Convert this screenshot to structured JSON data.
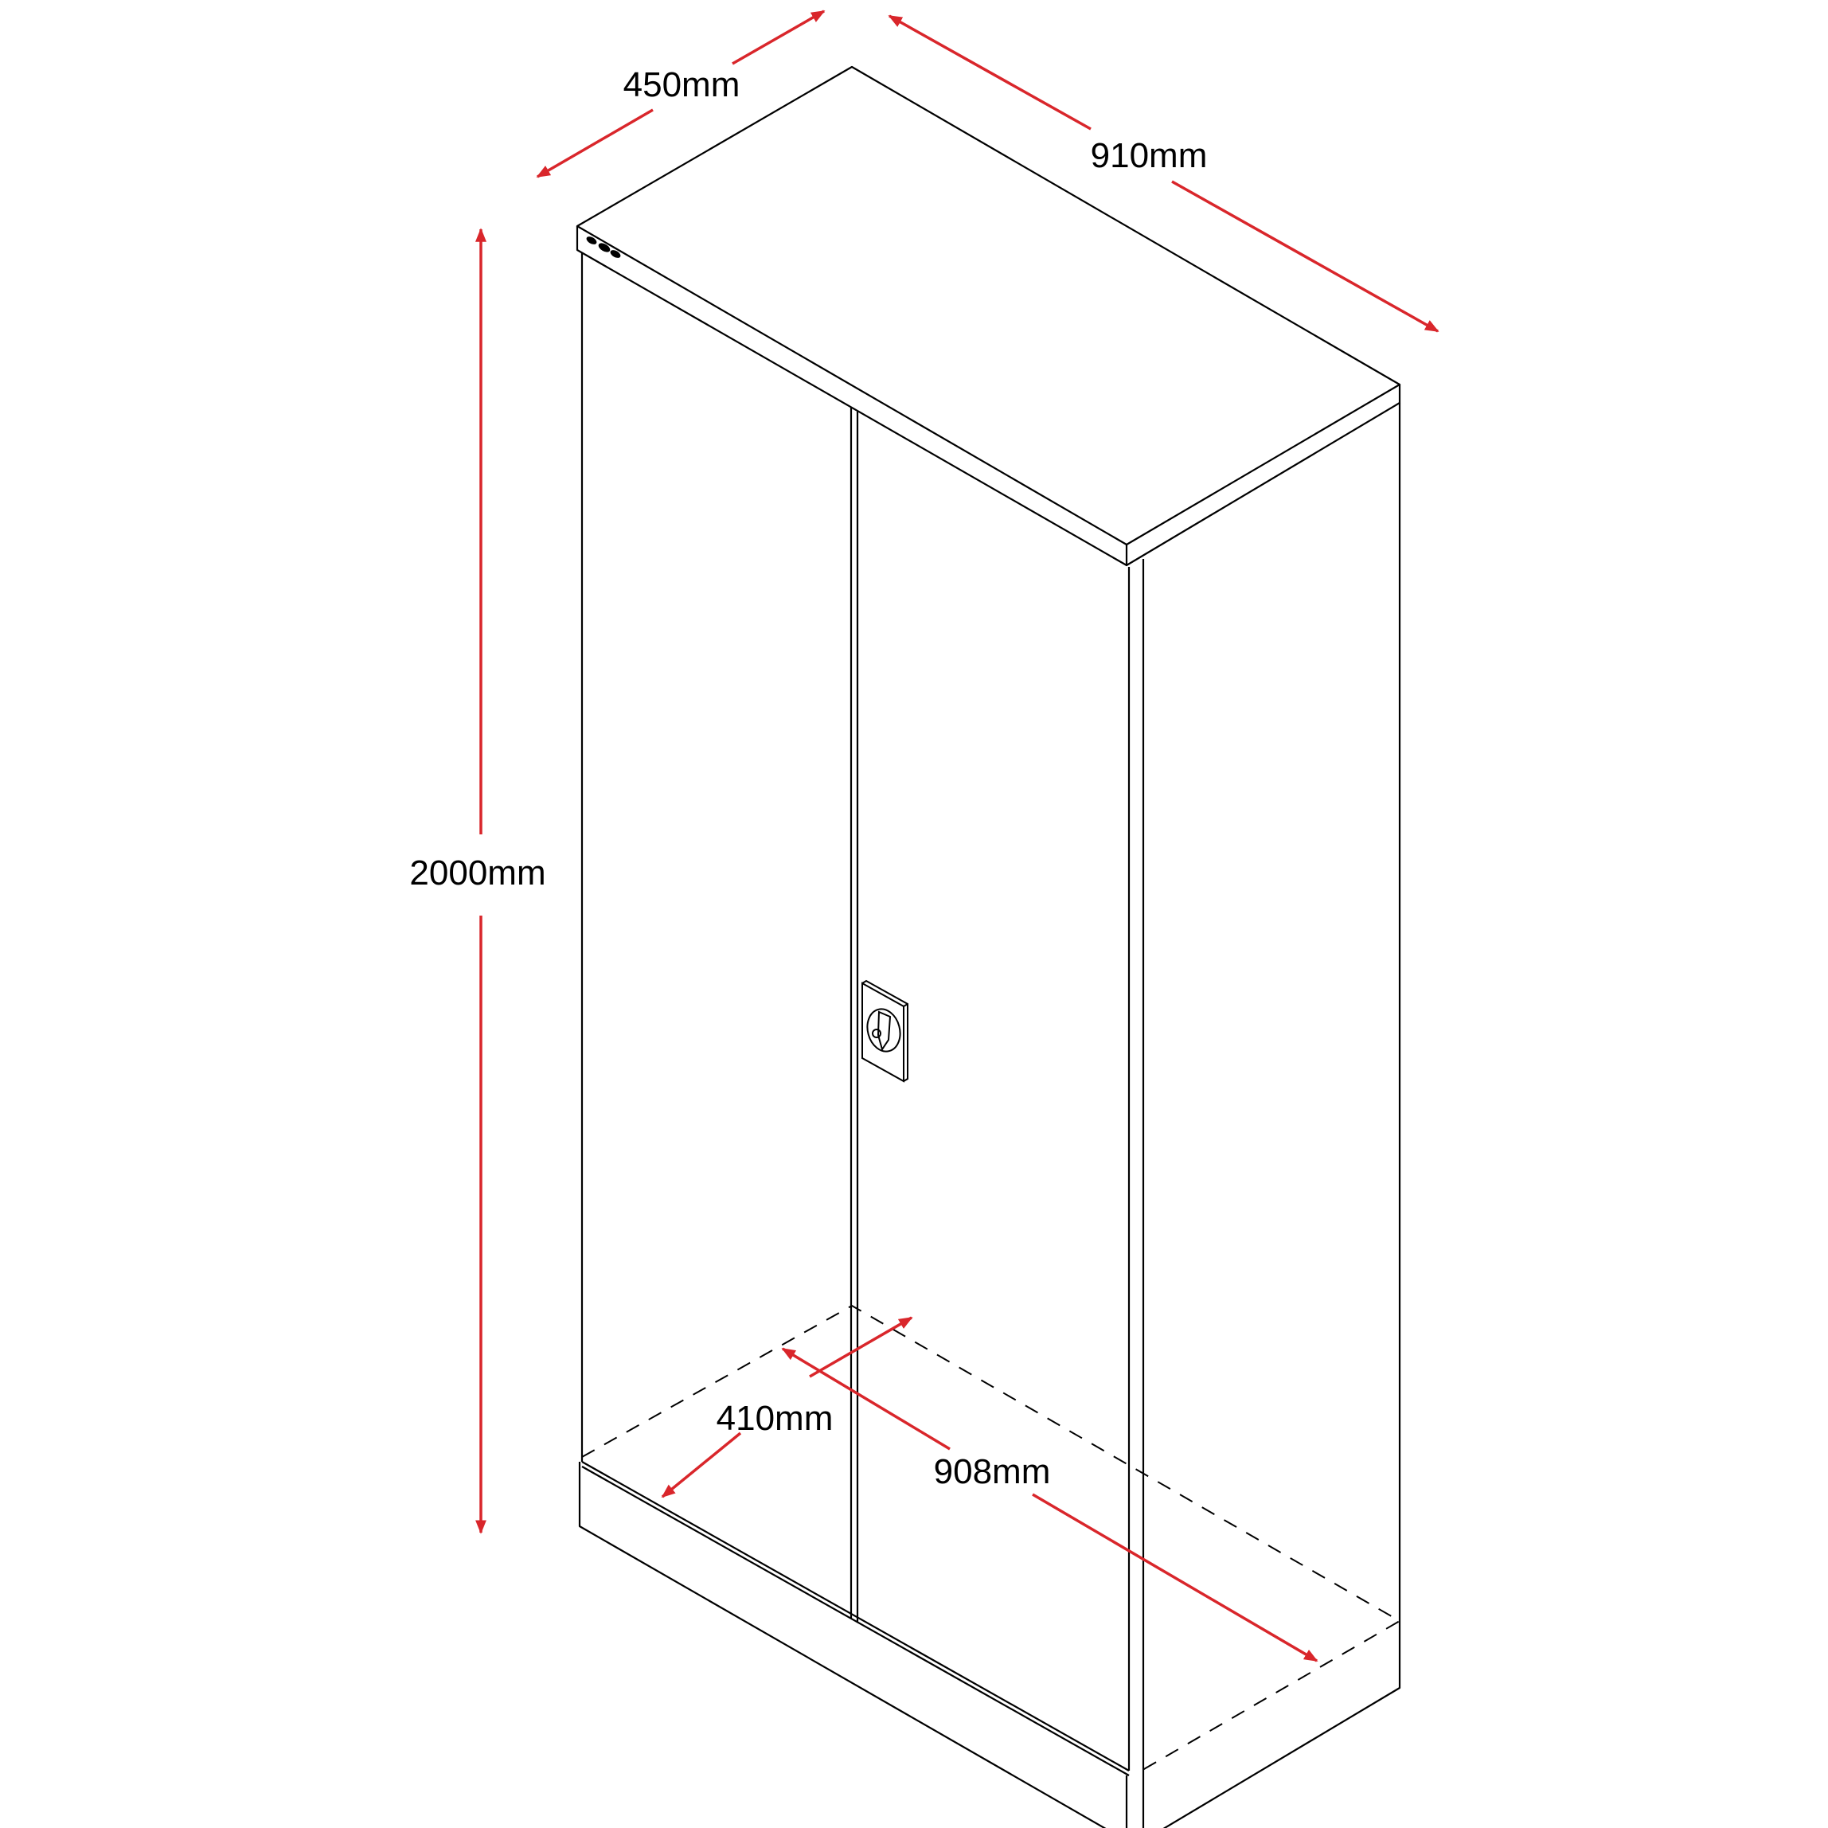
{
  "diagram": {
    "subject": "Two-door steel storage cupboard (isometric line drawing)",
    "dimension_color": "#d9262b",
    "line_color": "#000000",
    "dimensions": {
      "depth": "450mm",
      "width": "910mm",
      "height": "2000mm",
      "internal_depth": "410mm",
      "internal_width": "908mm"
    }
  }
}
